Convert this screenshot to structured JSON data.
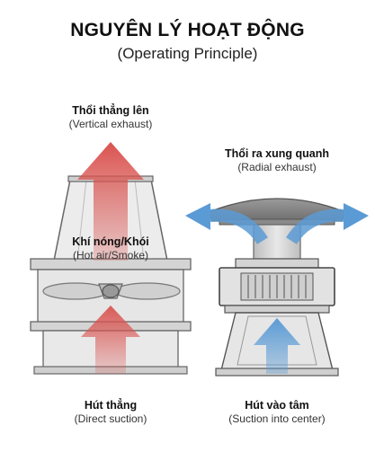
{
  "title": "NGUYÊN LÝ HOẠT ĐỘNG",
  "subtitle": "(Operating Principle)",
  "left_fan": {
    "top_label": "Thổi thẳng lên",
    "top_sub": "(Vertical exhaust)",
    "center_label": "Khí nóng/Khói",
    "center_sub": "(Hot air/Smoke)",
    "bottom_label": "Hút thẳng",
    "bottom_sub": "(Direct suction)"
  },
  "right_fan": {
    "top_label": "Thổi ra xung quanh",
    "top_sub": "(Radial exhaust)",
    "bottom_label": "Hút vào tâm",
    "bottom_sub": "(Suction into center)"
  },
  "colors": {
    "hot_arrow": "#d9534f",
    "cool_arrow": "#5b9bd5",
    "metal": "#c8c8c8",
    "outline": "#555555"
  }
}
